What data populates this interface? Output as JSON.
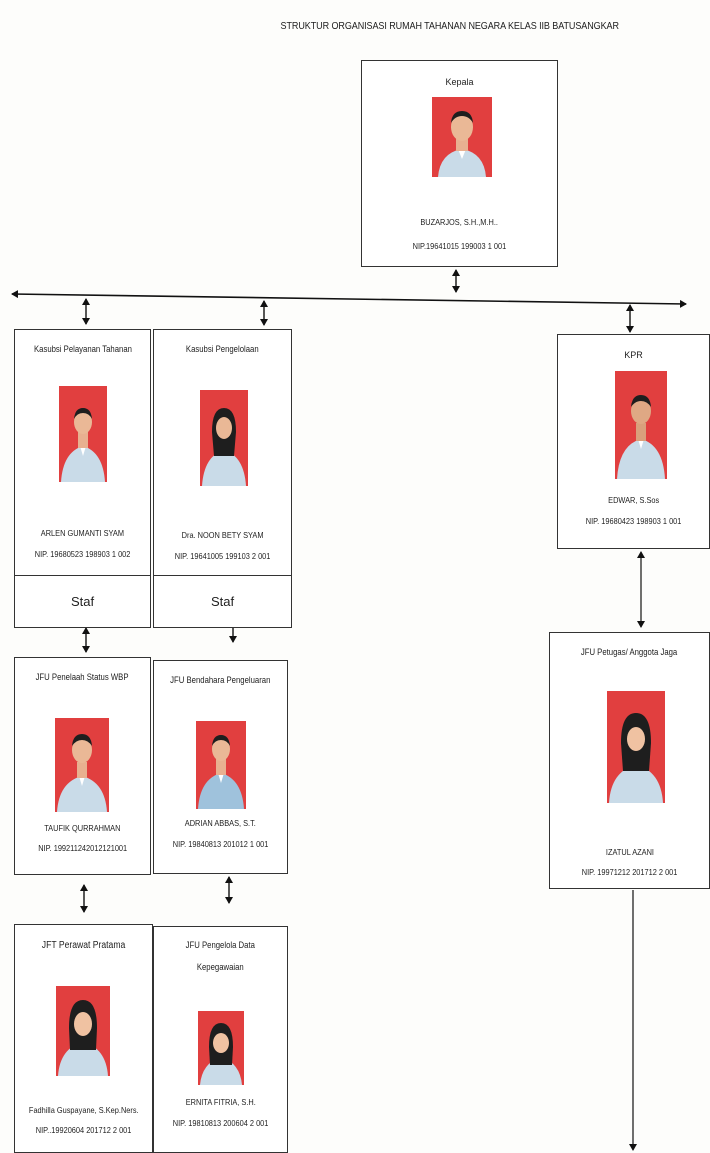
{
  "title": "STRUKTUR ORGANISASI RUMAH TAHANAN NEGARA KELAS IIB BATUSANGKAR",
  "nodes": {
    "kepala": {
      "role": "Kepala",
      "name": "BUZARJOS, S.H.,M.H..",
      "nip": "NIP.19641015 199003 1 001"
    },
    "kasubsi_pelayanan": {
      "role": "Kasubsi Pelayanan Tahanan",
      "name": "ARLEN GUMANTI SYAM",
      "nip": "NIP. 19680523 198903 1 002"
    },
    "kasubsi_pengelolaan": {
      "role": "Kasubsi Pengelolaan",
      "name": "Dra. NOON BETY SYAM",
      "nip": "NIP. 19641005 199103 2 001"
    },
    "kpr": {
      "role": "KPR",
      "name": "EDWAR, S.Sos",
      "nip": "NIP. 19680423 198903 1 001"
    },
    "jfu_penelaah": {
      "role": "JFU Penelaah Status WBP",
      "name": "TAUFIK QURRAHMAN",
      "nip": "NIP. 199211242012121001"
    },
    "jfu_bendahara": {
      "role": "JFU Bendahara Pengeluaran",
      "name": "ADRIAN ABBAS, S.T.",
      "nip": "NIP. 19840813 201012 1 001"
    },
    "jfu_petugas": {
      "role": "JFU Petugas/ Anggota Jaga",
      "name": "IZATUL AZANI",
      "nip": "NIP. 19971212 201712 2 001"
    },
    "jft_perawat": {
      "role": "JFT Perawat Pratama",
      "name": "Fadhilla Guspayane, S.Kep.Ners.",
      "nip": "NIP..19920604 201712 2 001"
    },
    "jfu_pengelola": {
      "role_line1": "JFU Pengelola Data",
      "role_line2": "Kepegawaian",
      "name": "ERNITA FITRIA, S.H.",
      "nip": "NIP. 19810813 200604 2 001"
    }
  },
  "staf_labels": {
    "left": "Staf",
    "right": "Staf"
  },
  "colors": {
    "photo_bg": "#e13f3f",
    "uniform": "#c9dbe8",
    "line": "#111111"
  }
}
